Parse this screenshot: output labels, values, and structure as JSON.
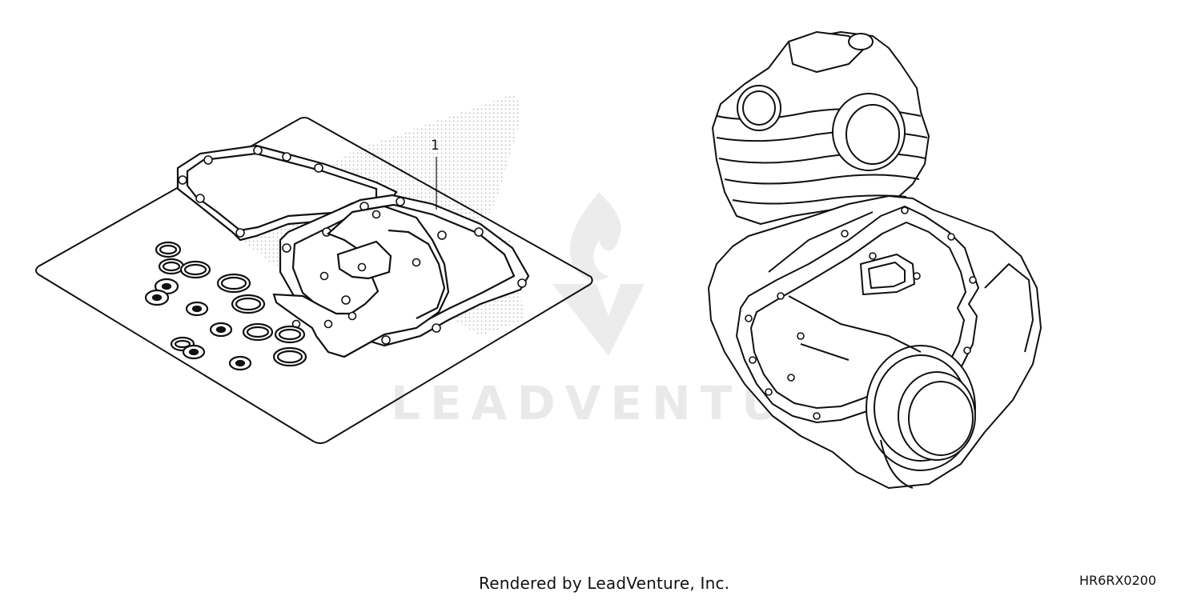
{
  "diagram": {
    "callouts": [
      {
        "number": "1"
      }
    ],
    "watermark_text": "LEADVENTURE",
    "footer": {
      "rendered_by": "Rendered by LeadVenture, Inc.",
      "diagram_code": "HR6RX0200"
    }
  },
  "colors": {
    "line": "#111111",
    "stipple": "#b8b8b8",
    "watermark": "#e9e9e9"
  }
}
